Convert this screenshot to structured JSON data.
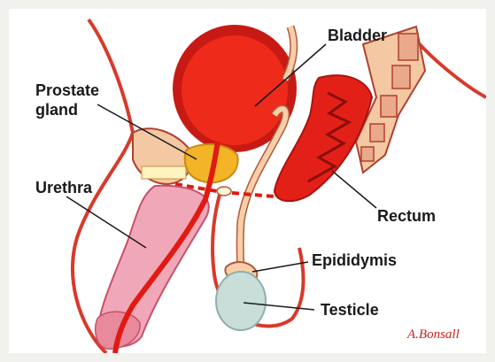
{
  "labels": {
    "bladder": "Bladder",
    "prostate_line1": "Prostate",
    "prostate_line2": "gland",
    "urethra": "Urethra",
    "rectum": "Rectum",
    "epididymis": "Epididymis",
    "testicle": "Testicle"
  },
  "signature": "A.Bonsall",
  "colors": {
    "background": "#f1f1ee",
    "bladder": "#ee2a1a",
    "bladder_rim": "#c81a15",
    "urethra": "#e01a12",
    "penis": "#f0a8b8",
    "prostate": "#f4b428",
    "skin_outline": "#d83a2a",
    "spine": "#f3c8a2",
    "testicle": "#c9ddd9",
    "tube": "#f6cfa8"
  }
}
